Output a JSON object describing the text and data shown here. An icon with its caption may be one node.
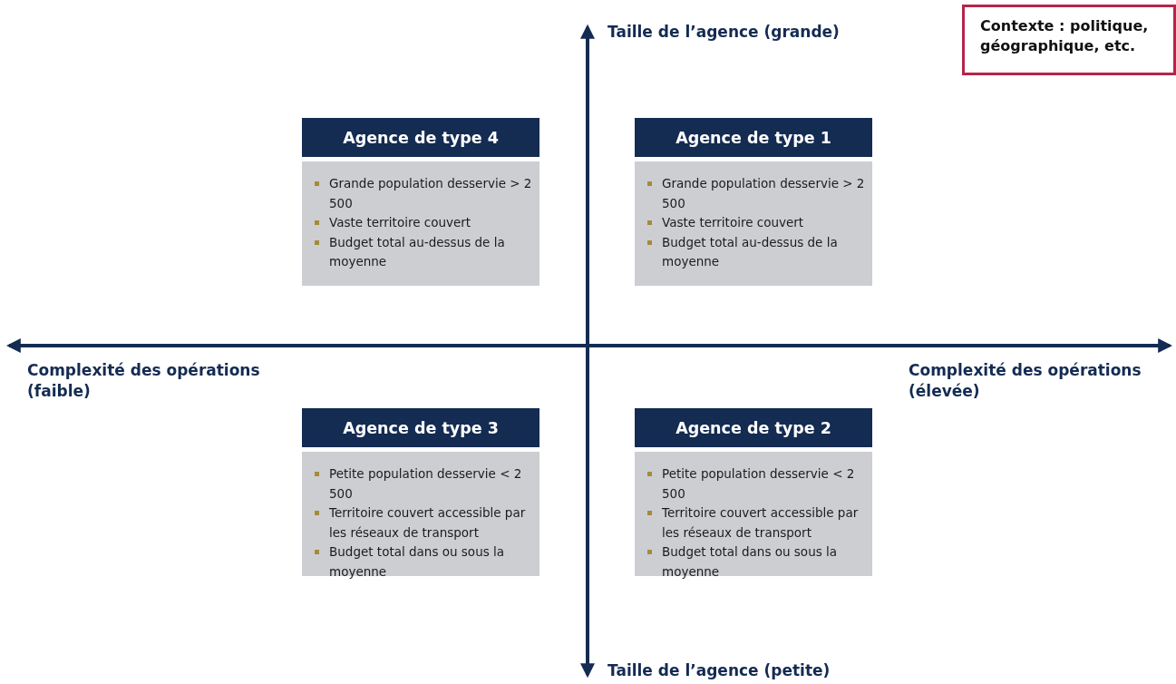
{
  "diagram": {
    "nodes": [
      {
        "text": [
          "Contexte : politique, géographique, etc."
        ]
      },
      {
        "text": [
          "Agence de type 4",
          "Grande population desservie > 2 500",
          "Vaste territoire couvert",
          "Budget total au-dessus de la moyenne"
        ]
      },
      {
        "text": [
          "Agence de type 1",
          "Grande population desservie > 2 500",
          "Vaste territoire couvert",
          "Budget total au-dessus de la moyenne"
        ]
      },
      {
        "text": [
          "Agence de type 3",
          "Petite population desservie < 2 500",
          "Territoire couvert accessible par les réseaux de transport",
          "Budget total dans ou sous la moyenne"
        ]
      },
      {
        "text": [
          "Agence de type 2",
          "Petite population desservie < 2 500",
          "Territoire couvert accessible par les réseaux de transport",
          "Budget total dans ou sous la moyenne"
        ]
      }
    ],
    "labels": [
      "Taille de l’agence (grande)",
      "Complexité des opérations (faible)",
      "Complexité des opérations (élevée)",
      "Taille de l’agence (petite)"
    ]
  }
}
